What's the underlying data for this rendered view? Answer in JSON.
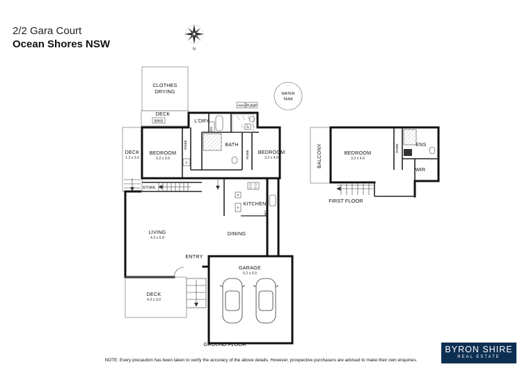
{
  "header": {
    "line1": "2/2 Gara Court",
    "line2": "Ocean Shores NSW"
  },
  "compass": {
    "north": "N"
  },
  "labels": {
    "clothes": "CLOTHES",
    "drying": "DRYING",
    "water": "WATER",
    "tank": "TANK",
    "deck": "DECK",
    "bins": "BINS",
    "ldry": "L'DRY",
    "hws": "HWS",
    "pump": "PUMP",
    "wm": "WM",
    "bath": "BATH",
    "robe": "ROBE",
    "c": "C",
    "p": "P",
    "f": "F",
    "dw": "DW",
    "bedroom": "BEDROOM",
    "store": "STORE",
    "kitchen": "KITCHEN",
    "living": "LIVING",
    "dining": "DINING",
    "entry": "ENTRY",
    "garage": "GARAGE",
    "balcony": "BALCONY",
    "ens": "ENS",
    "wir": "WIR"
  },
  "rooms": {
    "deck_left_dim": "1.3 x 3.9",
    "bedroom1_dim": "3.2 x 3.9",
    "bedroom2_dim": "3.2 x 4.0",
    "bedroom3_dim": "3.3 x 4.0",
    "living_dim": "4.3 x 5.9",
    "garage_dim": "6.2 x 6.0",
    "deck_bottom_dim": "4.3 x 3.0"
  },
  "floors": {
    "ground": "GROUND FLOOR",
    "first": "FIRST FLOOR"
  },
  "disclaimer": "NOTE: Every precaution has been taken to verify the accuracy of the above details. However, prospective purchasers are advised to make their own enquiries.",
  "brand": {
    "name": "BYRON SHIRE",
    "tagline": "REAL ESTATE",
    "color": "#0d2f52"
  }
}
